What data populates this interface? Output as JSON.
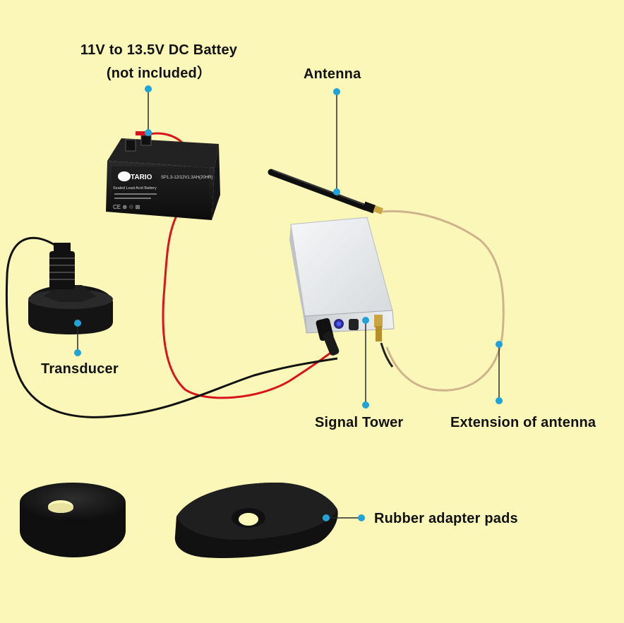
{
  "labels": {
    "battery_line1": "11V to 13.5V DC Battey",
    "battery_line2": "(not included）",
    "antenna": "Antenna",
    "transducer": "Transducer",
    "signal_tower": "Signal Tower",
    "extension": "Extension of antenna",
    "rubber_pads": "Rubber adapter pads"
  },
  "battery_print": {
    "brand": "TARIO",
    "model": "SP1.3-12/12V1.3AH(20HR)",
    "type": "Sealed Lead Acid Battery"
  },
  "colors": {
    "background": "#fbf7b8",
    "callout_dot": "#1fa3d8",
    "callout_line": "#2a2a2a",
    "red_wire": "#d8141c",
    "black_wire": "#111111",
    "antenna_cable": "#cdb48a",
    "box_metal": "#e9ecef",
    "rubber": "#151515"
  }
}
